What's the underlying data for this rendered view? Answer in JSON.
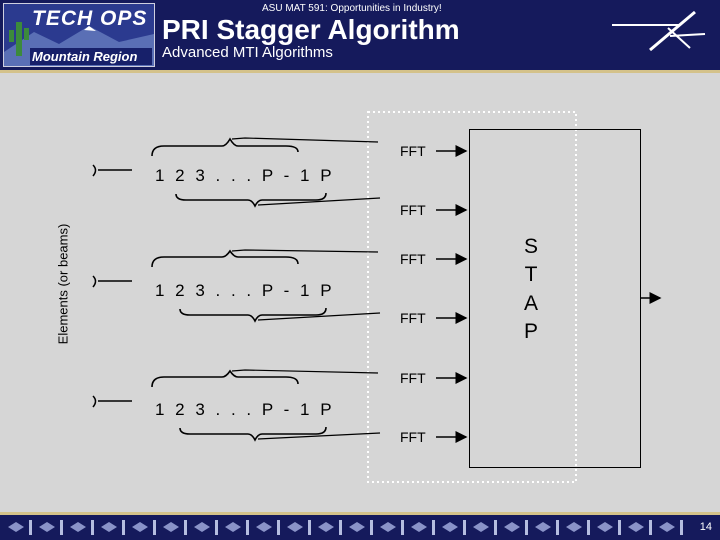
{
  "header": {
    "course": "ASU MAT 591: Opportunities in Industry!",
    "title": "PRI Stagger Algorithm",
    "subtitle": "Advanced MTI Algorithms",
    "logo_top": "TECH OPS",
    "logo_bottom": "Mountain Region"
  },
  "diagram": {
    "axis_label": "Elements (or beams)",
    "sequences": [
      "1 2 3 . . . P - 1  P",
      "1 2 3 . . . P - 1  P",
      "1 2 3 . . . P - 1  P"
    ],
    "fft_labels": [
      "FFT",
      "FFT",
      "FFT",
      "FFT",
      "FFT",
      "FFT"
    ],
    "stap_letters": [
      "S",
      "T",
      "A",
      "P"
    ]
  },
  "footer": {
    "page_number": "14"
  },
  "colors": {
    "header_bg": "#151a5c",
    "accent": "#d4c28a",
    "background": "#d6d6d6"
  }
}
